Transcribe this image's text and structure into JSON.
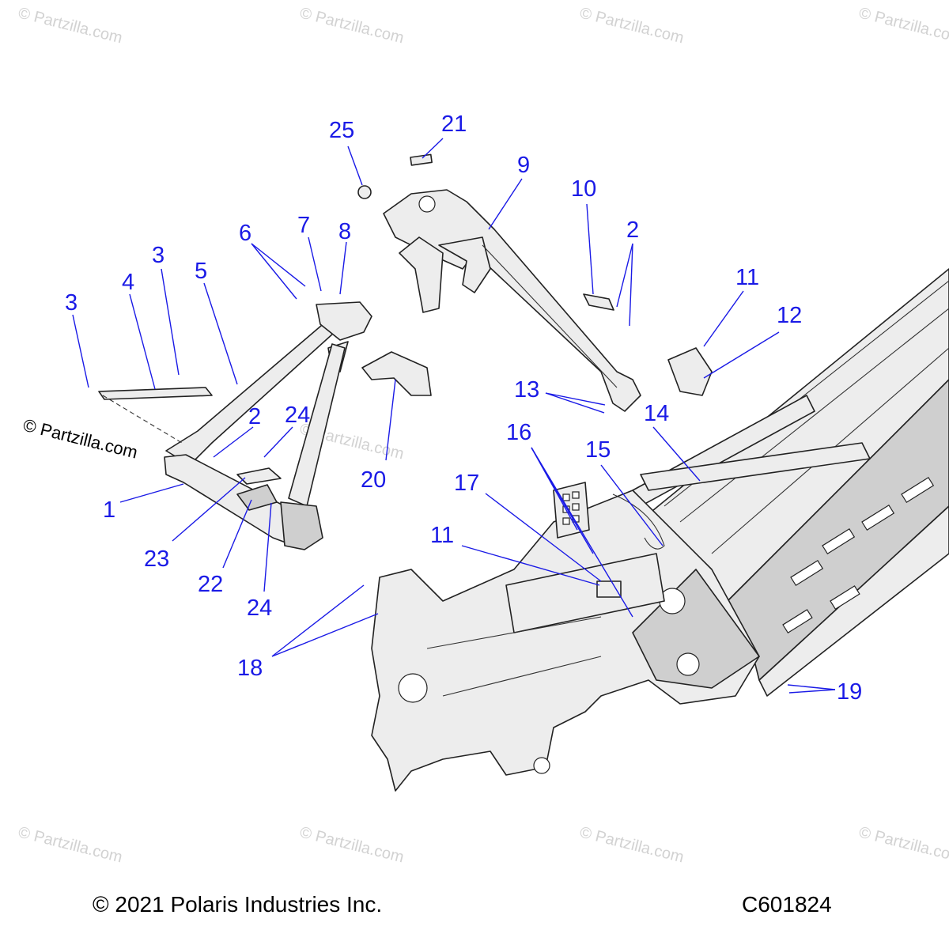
{
  "watermark": {
    "text": "Partzilla.com",
    "symbol": "©",
    "side_text": "© Partzilla.com"
  },
  "callouts": [
    {
      "label": "25"
    },
    {
      "label": "21"
    },
    {
      "label": "9"
    },
    {
      "label": "10"
    },
    {
      "label": "2"
    },
    {
      "label": "6"
    },
    {
      "label": "7"
    },
    {
      "label": "8"
    },
    {
      "label": "3"
    },
    {
      "label": "5"
    },
    {
      "label": "4"
    },
    {
      "label": "3"
    },
    {
      "label": "11"
    },
    {
      "label": "12"
    },
    {
      "label": "13"
    },
    {
      "label": "14"
    },
    {
      "label": "2"
    },
    {
      "label": "24"
    },
    {
      "label": "16"
    },
    {
      "label": "15"
    },
    {
      "label": "20"
    },
    {
      "label": "17"
    },
    {
      "label": "1"
    },
    {
      "label": "11"
    },
    {
      "label": "23"
    },
    {
      "label": "22"
    },
    {
      "label": "24"
    },
    {
      "label": "18"
    },
    {
      "label": "19"
    }
  ],
  "footer": {
    "copyright": "© 2021 Polaris Industries Inc.",
    "code": "C601824"
  },
  "colors": {
    "callout": "#1a1ae6",
    "watermark": "#d2d2d2",
    "line_art": "#222222"
  }
}
